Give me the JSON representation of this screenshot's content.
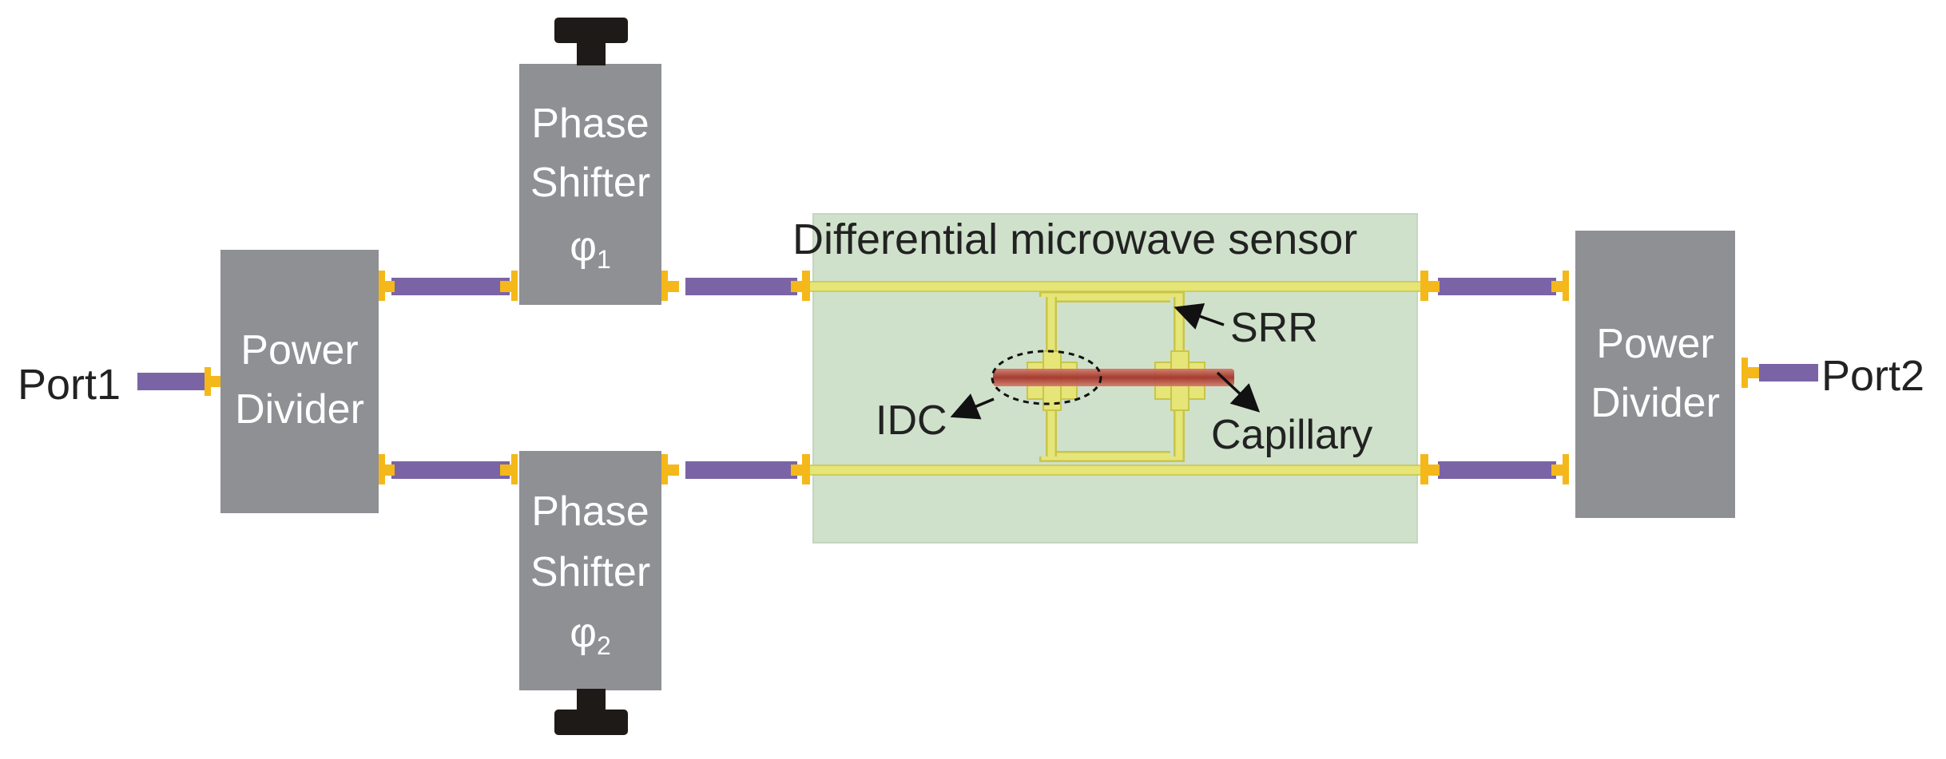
{
  "ports": {
    "left": "Port1",
    "right": "Port2"
  },
  "power_divider": {
    "line1": "Power",
    "line2": "Divider"
  },
  "phase_shifter_1": {
    "line1": "Phase",
    "line2": "Shifter",
    "symbol": "φ",
    "subscript": "1"
  },
  "phase_shifter_2": {
    "line1": "Phase",
    "line2": "Shifter",
    "symbol": "φ",
    "subscript": "2"
  },
  "sensor": {
    "title": "Differential microwave sensor",
    "srr_label": "SRR",
    "idc_label": "IDC",
    "capillary_label": "Capillary"
  },
  "colors": {
    "block": "#8f9094",
    "feedline": "#7a64a5",
    "connector": "#f4b81a",
    "sensor_board": "#cfe1cb",
    "trace": "#e6e578",
    "capillary": "#a83a30",
    "knob": "#1e1a18"
  }
}
